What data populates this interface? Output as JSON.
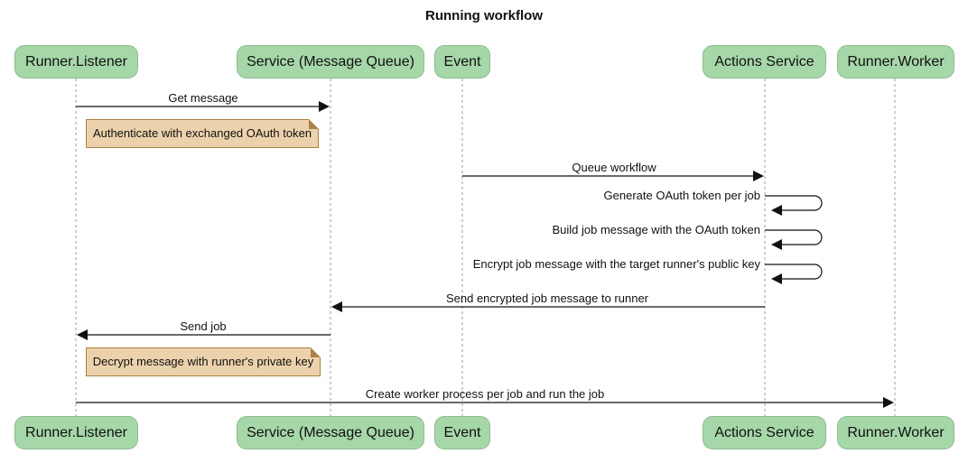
{
  "title": "Running workflow",
  "actors": [
    {
      "name": "Runner.Listener"
    },
    {
      "name": "Service (Message Queue)"
    },
    {
      "name": "Event"
    },
    {
      "name": "Actions Service"
    },
    {
      "name": "Runner.Worker"
    }
  ],
  "messages": [
    {
      "label": "Get message",
      "from": "Runner.Listener",
      "to": "Service (Message Queue)",
      "type": "solid-arrow"
    },
    {
      "label": "Queue workflow",
      "from": "Event",
      "to": "Actions Service",
      "type": "solid-arrow"
    },
    {
      "label": "Generate OAuth token per job",
      "from": "Actions Service",
      "to": "Actions Service",
      "type": "self-loop"
    },
    {
      "label": "Build job message with the OAuth token",
      "from": "Actions Service",
      "to": "Actions Service",
      "type": "self-loop"
    },
    {
      "label": "Encrypt job message with the target runner's public key",
      "from": "Actions Service",
      "to": "Actions Service",
      "type": "self-loop"
    },
    {
      "label": "Send encrypted job message to runner",
      "from": "Actions Service",
      "to": "Service (Message Queue)",
      "type": "solid-arrow"
    },
    {
      "label": "Send job",
      "from": "Service (Message Queue)",
      "to": "Runner.Listener",
      "type": "solid-arrow"
    },
    {
      "label": "Create worker process per job and run the job",
      "from": "Runner.Listener",
      "to": "Runner.Worker",
      "type": "solid-arrow"
    }
  ],
  "notes": [
    {
      "text": "Authenticate with exchanged OAuth token",
      "position": "right of Runner.Listener"
    },
    {
      "text": "Decrypt message with runner's private key",
      "position": "right of Runner.Listener"
    }
  ],
  "colors": {
    "actor_fill": "#a6d7a8",
    "actor_border": "#8dbb8f",
    "note_fill": "#ecd2ac",
    "note_border": "#aa8144",
    "lifeline": "#b3b3b3",
    "arrow": "#111111"
  }
}
